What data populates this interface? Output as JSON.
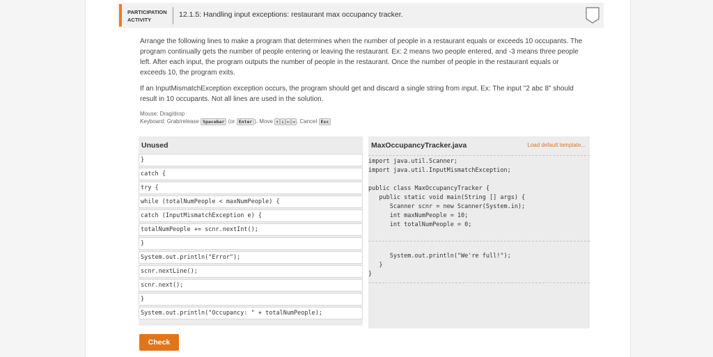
{
  "header": {
    "label_line1": "PARTICIPATION",
    "label_line2": "ACTIVITY",
    "title": "12.1.5: Handling input exceptions: restaurant max occupancy tracker."
  },
  "instructions": {
    "paragraph1": "Arrange the following lines to make a program that determines when the number of people in a restaurant equals or exceeds 10 occupants. The program continually gets the number of people entering or leaving the restaurant. Ex: 2 means two people entered, and -3 means three people left. After each input, the program outputs the number of people in the restaurant. Once the number of people in the restaurant equals or exceeds 10, the program exits.",
    "paragraph2": "If an InputMismatchException exception occurs, the program should get and discard a single string from input. Ex: The input \"2 abc 8\" should result in 10 occupants. Not all lines are used in the solution.",
    "mouse": "Mouse: Drag/drop",
    "keyboard_prefix": "Keyboard: Grab/release",
    "key_spacebar": "Spacebar",
    "keyboard_or": "(or",
    "key_enter": "Enter",
    "keyboard_move": "). Move",
    "key_up": "↑",
    "key_down": "↓",
    "key_left": "←",
    "key_right": "→",
    "keyboard_cancel": ". Cancel",
    "key_esc": "Esc"
  },
  "unused": {
    "title": "Unused",
    "lines": [
      "}",
      "catch {",
      "try {",
      "while (totalNumPeople < maxNumPeople) {",
      "catch (InputMismatchException e) {",
      "totalNumPeople += scnr.nextInt();",
      "}",
      "System.out.println(\"Error\");",
      "scnr.nextLine();",
      "scnr.next();",
      "}",
      "System.out.println(\"Occupancy: \" + totalNumPeople);"
    ]
  },
  "editor": {
    "filename": "MaxOccupancyTracker.java",
    "load_template": "Load default template...",
    "code_top": [
      "import java.util.Scanner;",
      "import java.util.InputMismatchException;"
    ],
    "code_main": [
      "public class MaxOccupancyTracker {",
      "   public static void main(String [] args) {",
      "      Scanner scnr = new Scanner(System.in);",
      "      int maxNumPeople = 10;",
      "      int totalNumPeople = 0;"
    ],
    "code_bottom": [
      "      System.out.println(\"We're full!\");",
      "   }",
      "}"
    ]
  },
  "check_label": "Check",
  "colors": {
    "accent": "#e0761c",
    "keyword": "#1a1aa6",
    "string": "#2a7a2a"
  }
}
